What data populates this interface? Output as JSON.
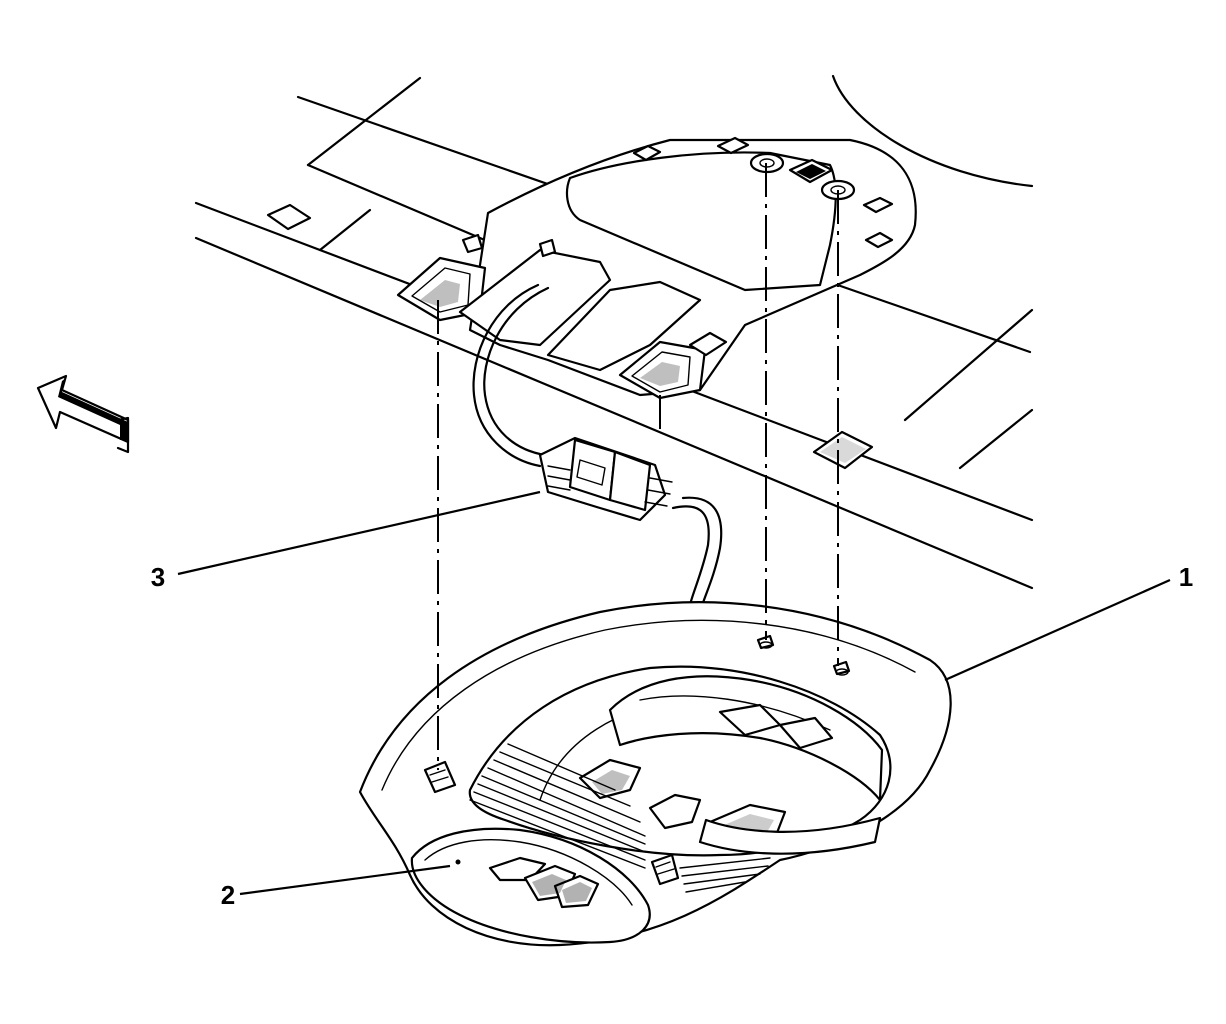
{
  "figure": {
    "callouts": [
      {
        "id": "1",
        "label": "1"
      },
      {
        "id": "2",
        "label": "2"
      },
      {
        "id": "3",
        "label": "3"
      }
    ],
    "icons": {
      "direction_arrow": "front-direction-arrow-icon"
    }
  }
}
